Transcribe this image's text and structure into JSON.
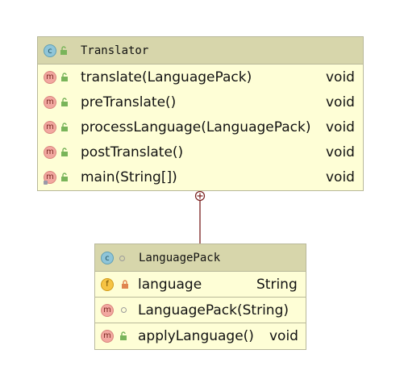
{
  "diagram": {
    "outer_class": {
      "name": "Translator",
      "icon": "class-icon",
      "methods": [
        {
          "name": "translate(LanguagePack)",
          "return_type": "void",
          "visibility": "public"
        },
        {
          "name": "preTranslate()",
          "return_type": "void",
          "visibility": "public"
        },
        {
          "name": "processLanguage(LanguagePack)",
          "return_type": "void",
          "visibility": "public"
        },
        {
          "name": "postTranslate()",
          "return_type": "void",
          "visibility": "public"
        },
        {
          "name": "main(String[])",
          "return_type": "void",
          "visibility": "public",
          "static": true
        }
      ]
    },
    "inner_class": {
      "name": "LanguagePack",
      "icon": "class-icon",
      "fields": [
        {
          "name": "language",
          "type": "String",
          "visibility": "private"
        }
      ],
      "constructors": [
        {
          "name": "LanguagePack(String)",
          "visibility": "package"
        }
      ],
      "methods": [
        {
          "name": "applyLanguage()",
          "return_type": "void",
          "visibility": "public"
        }
      ]
    },
    "relationship": {
      "type": "nested-class",
      "from": "Translator",
      "to": "LanguagePack"
    },
    "colors": {
      "class_fill": "#fefed6",
      "header_fill": "#d7d6ab",
      "border": "#b9b99a",
      "connector": "#7a1f1f"
    }
  }
}
